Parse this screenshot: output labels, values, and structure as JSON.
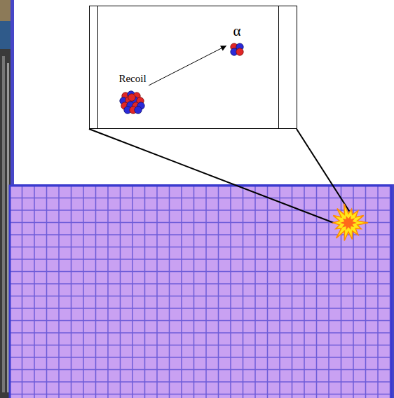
{
  "diagram": {
    "nodes": [
      {
        "text": [
          "Recoil"
        ]
      },
      {
        "text": [
          "α"
        ]
      }
    ],
    "edges": [
      {
        "from": 0,
        "to": 1,
        "arrow": "to"
      }
    ]
  }
}
